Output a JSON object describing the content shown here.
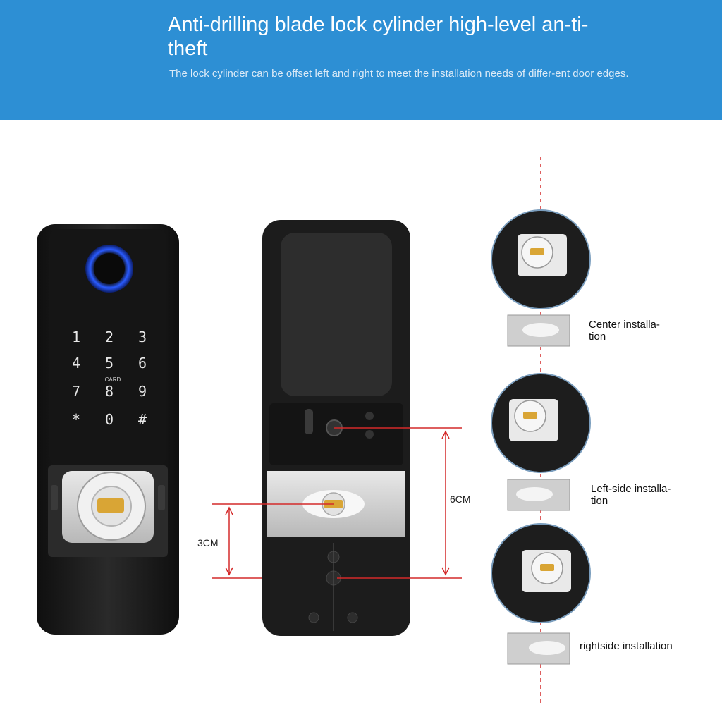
{
  "banner": {
    "title": "Anti-drilling blade lock cylinder high-level an-ti-theft",
    "subtitle": "The lock cylinder can be offset left and right to meet the installation needs of differ-ent door edges."
  },
  "keypad": {
    "keys": [
      "1",
      "2",
      "3",
      "4",
      "5",
      "6",
      "7",
      "8",
      "9",
      "*",
      "0",
      "#"
    ],
    "card_label": "CARD"
  },
  "measurements": {
    "height_large": "6CM",
    "height_small": "3CM"
  },
  "options": [
    {
      "label_line1": "Center installa-",
      "label_line2": "tion"
    },
    {
      "label_line1": "Left-side installa-",
      "label_line2": "tion"
    },
    {
      "label_line1": "rightside installation",
      "label_line2": ""
    }
  ],
  "colors": {
    "banner": "#2d8fd4",
    "device": "#1f1f1f",
    "accent_ring": "#2a5bff",
    "measure_line": "#d42a2a"
  }
}
